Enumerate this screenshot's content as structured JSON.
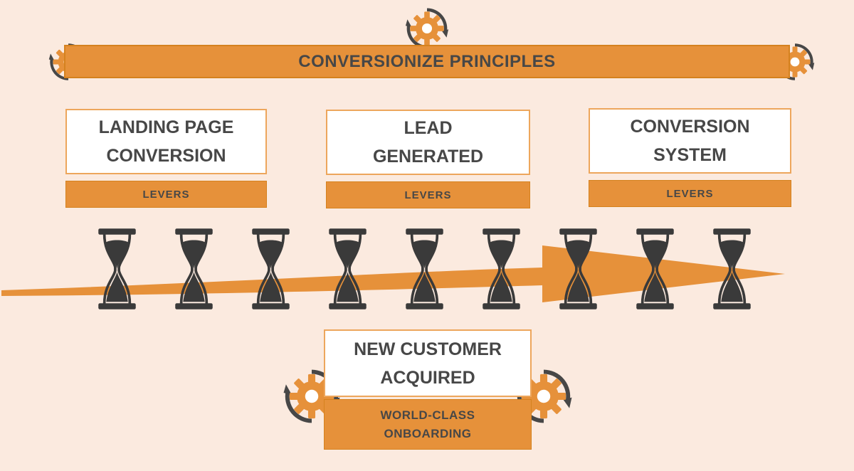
{
  "colors": {
    "background": "#fbeadf",
    "orange": "#E6913A",
    "orange_dark": "#d5821f",
    "orange_light": "#eda65c",
    "dark": "#474747",
    "hourglass": "#3a3a3a",
    "white": "#ffffff"
  },
  "header": {
    "title": "CONVERSIONIZE PRINCIPLES"
  },
  "stages": [
    {
      "title_line1": "LANDING PAGE",
      "title_line2": "CONVERSION",
      "levers_label": "LEVERS"
    },
    {
      "title_line1": "LEAD",
      "title_line2": "GENERATED",
      "levers_label": "LEVERS"
    },
    {
      "title_line1": "CONVERSION",
      "title_line2": "SYSTEM",
      "levers_label": "LEVERS"
    }
  ],
  "timeline": {
    "hourglass_count": 9,
    "icon": "hourglass-icon",
    "arrow_icon": "right-arrow-swoosh-icon"
  },
  "footer": {
    "title_line1": "NEW CUSTOMER",
    "title_line2": "ACQUIRED",
    "onboarding_line1": "WORLD-CLASS",
    "onboarding_line2": "ONBOARDING"
  },
  "icons": {
    "gear": "gear-cycle-icon",
    "hourglass": "hourglass-icon"
  }
}
